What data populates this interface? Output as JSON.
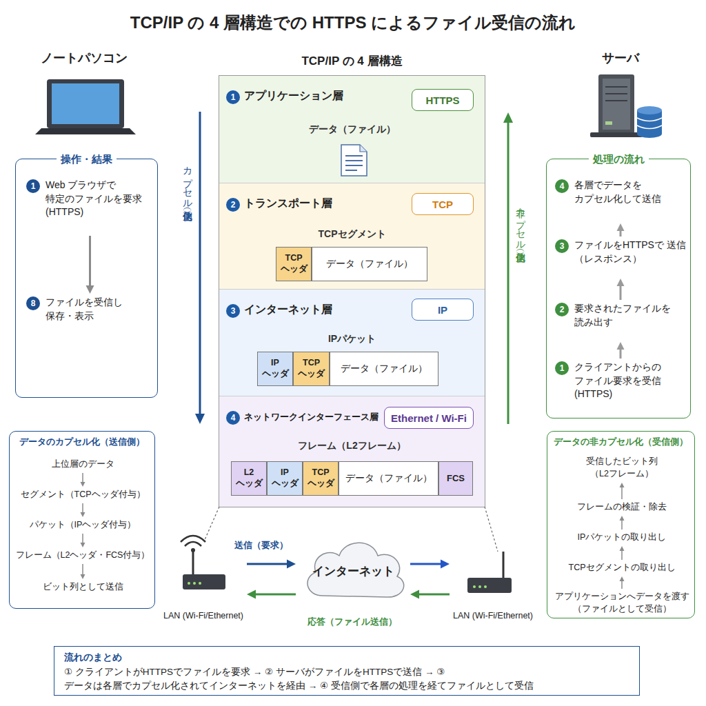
{
  "diagram": {
    "title": "TCP/IP の 4 層構造での HTTPS によるファイル受信の流れ",
    "nodes": [
      {
        "text": [
          "操作・結果"
        ]
      },
      {
        "text": [
          "1",
          "Web ブラウザで 特定のファイルを要求 (HTTPS)"
        ],
        "in": 0
      },
      {
        "text": [
          "8",
          "ファイルを受信し 保存・表示"
        ],
        "in": 0
      },
      {
        "text": [
          "TCP/IP の 4 層構造"
        ]
      },
      {
        "text": [
          "1",
          "アプリケーション層",
          "データ（ファイル）"
        ],
        "in": 3
      },
      {
        "text": [
          "HTTPS"
        ],
        "in": 4
      },
      {
        "text": [
          "2",
          "トランスポート層",
          "TCPセグメント"
        ],
        "in": 3
      },
      {
        "text": [
          "TCP"
        ],
        "in": 6
      },
      {
        "text": [
          "TCP ヘッダ"
        ],
        "in": 6
      },
      {
        "text": [
          "データ（ファイル）"
        ],
        "in": 6
      },
      {
        "text": [
          "3",
          "インターネット層",
          "IPパケット"
        ],
        "in": 3
      },
      {
        "text": [
          "IP"
        ],
        "in": 10
      },
      {
        "text": [
          "IP ヘッダ"
        ],
        "in": 10
      },
      {
        "text": [
          "TCP ヘッダ"
        ],
        "in": 10
      },
      {
        "text": [
          "データ（ファイル）"
        ],
        "in": 10
      },
      {
        "text": [
          "4",
          "ネットワークインターフェース層",
          "フレーム（L2フレーム）"
        ],
        "in": 3
      },
      {
        "text": [
          "Ethernet / Wi-Fi"
        ],
        "in": 15
      },
      {
        "text": [
          "L2 ヘッダ"
        ],
        "in": 15
      },
      {
        "text": [
          "IP ヘッダ"
        ],
        "in": 15
      },
      {
        "text": [
          "TCP ヘッダ"
        ],
        "in": 15
      },
      {
        "text": [
          "データ（ファイル）"
        ],
        "in": 15
      },
      {
        "text": [
          "FCS"
        ],
        "in": 15
      },
      {
        "text": [
          "処理の流れ"
        ]
      },
      {
        "text": [
          "4",
          "各層でデータを カプセル化して送信"
        ],
        "in": 22
      },
      {
        "text": [
          "3",
          "ファイルをHTTPSで 送信（レスポンス）"
        ],
        "in": 22
      },
      {
        "text": [
          "2",
          "要求されたファイルを 読み出す"
        ],
        "in": 22
      },
      {
        "text": [
          "1",
          "クライアントからの ファイル要求を受信 (HTTPS)"
        ],
        "in": 22
      },
      {
        "text": [
          "データのカプセル化（送信側）"
        ]
      },
      {
        "text": [
          "上位層のデータ"
        ],
        "in": 27
      },
      {
        "text": [
          "セグメント（TCPヘッダ付与）"
        ],
        "in": 27
      },
      {
        "text": [
          "パケット（IPヘッダ付与）"
        ],
        "in": 27
      },
      {
        "text": [
          "フレーム（L2ヘッダ・FCS付与）"
        ],
        "in": 27
      },
      {
        "text": [
          "ビット列として送信"
        ],
        "in": 27
      },
      {
        "text": [
          "データの非カプセル化（受信側）"
        ]
      },
      {
        "text": [
          "受信したビット列 （L2フレーム）"
        ],
        "in": 33
      },
      {
        "text": [
          "フレームの検証・除去"
        ],
        "in": 33
      },
      {
        "text": [
          "IPパケットの取り出し"
        ],
        "in": 33
      },
      {
        "text": [
          "TCPセグメントの取り出し"
        ],
        "in": 33
      },
      {
        "text": [
          "アプリケーションへデータを渡す （ファイルとして受信）"
        ],
        "in": 33
      },
      {
        "text": [
          "LAN (Wi-Fi/Ethernet)"
        ]
      },
      {
        "text": [
          "インターネット"
        ]
      },
      {
        "text": [
          "LAN (Wi-Fi/Ethernet)"
        ]
      },
      {
        "text": [
          "流れのまとめ",
          "① クライアントがHTTPSでファイルを要求 → ② サーバがファイルをHTTPSで送信 → ③ データは各層でカプセル化されてインターネットを経由 → ④ 受信側で各層の処理を経てファイルとして受信"
        ]
      }
    ],
    "edges": [
      {
        "from": 1,
        "to": 2,
        "arrow": "to"
      },
      {
        "from": 26,
        "to": 25,
        "arrow": "to"
      },
      {
        "from": 25,
        "to": 24,
        "arrow": "to"
      },
      {
        "from": 24,
        "to": 23,
        "arrow": "to"
      },
      {
        "from": 28,
        "to": 29,
        "arrow": "to"
      },
      {
        "from": 29,
        "to": 30,
        "arrow": "to"
      },
      {
        "from": 30,
        "to": 31,
        "arrow": "to"
      },
      {
        "from": 31,
        "to": 32,
        "arrow": "to"
      },
      {
        "from": 38,
        "to": 37,
        "arrow": "to"
      },
      {
        "from": 37,
        "to": 36,
        "arrow": "to"
      },
      {
        "from": 36,
        "to": 35,
        "arrow": "to"
      },
      {
        "from": 35,
        "to": 34,
        "arrow": "to"
      },
      {
        "from": 39,
        "to": 40,
        "label": "送信（要求）",
        "arrow": "to"
      },
      {
        "from": 40,
        "to": 41,
        "arrow": "to"
      },
      {
        "from": 41,
        "to": 40,
        "arrow": "to"
      },
      {
        "from": 40,
        "to": 39,
        "label": "応答（ファイル送信）",
        "arrow": "to"
      }
    ],
    "labels": [
      "ノートパソコン",
      "サーバ",
      "カプセル化（送信側）",
      "非カプセル化（送信側）"
    ]
  }
}
